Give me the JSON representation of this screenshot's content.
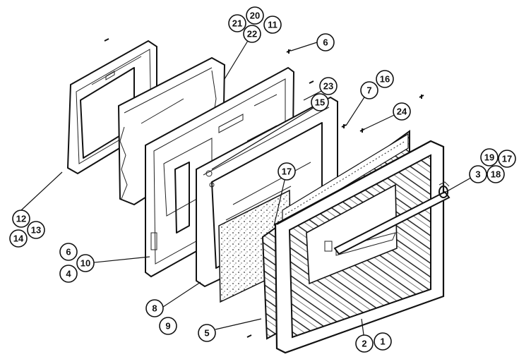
{
  "diagram": {
    "callouts": {
      "c21": "21",
      "c20": "20",
      "c11": "11",
      "c22": "22",
      "c6_top": "6",
      "c23": "23",
      "c16": "16",
      "c7": "7",
      "c15": "15",
      "c24": "24",
      "c19": "19",
      "c17_right": "17",
      "c3": "3",
      "c18": "18",
      "c17_mid": "17",
      "c12": "12",
      "c13": "13",
      "c14": "14",
      "c6_left": "6",
      "c10": "10",
      "c4": "4",
      "c8": "8",
      "c9": "9",
      "c5": "5",
      "c2": "2",
      "c1": "1"
    }
  }
}
